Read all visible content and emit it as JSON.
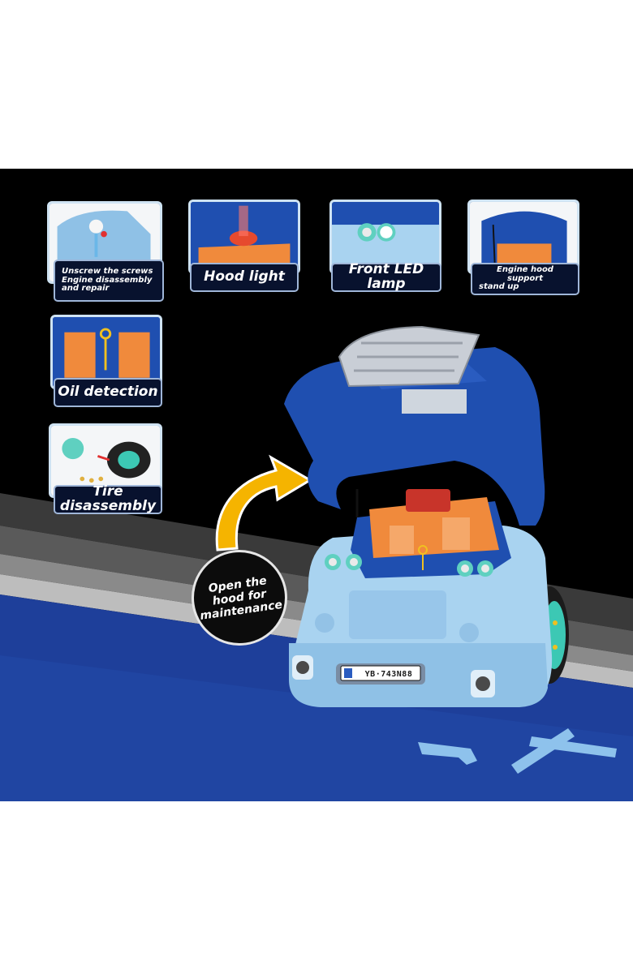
{
  "features": [
    {
      "lines": [
        "Unscrew the screws",
        "Engine disassembly",
        "and repair"
      ]
    },
    {
      "lines": [
        "Hood light"
      ]
    },
    {
      "lines": [
        "Front LED lamp"
      ]
    },
    {
      "lines": [
        "Engine hood support",
        "stand up"
      ]
    },
    {
      "lines": [
        "Oil detection"
      ]
    },
    {
      "lines": [
        "Tire disassembly"
      ]
    }
  ],
  "callout": {
    "lines": [
      "Open the",
      "hood for",
      "maintenance"
    ]
  },
  "license_plate": "YB·743N88",
  "colors": {
    "background": "#000000",
    "floor": "#1e3f9a",
    "toy_body": "#a9d3f0",
    "hood": "#1f4fb0",
    "engine": "#f08a3c",
    "arrow": "#f5b400",
    "wheel_rim": "#3cc8b4"
  }
}
